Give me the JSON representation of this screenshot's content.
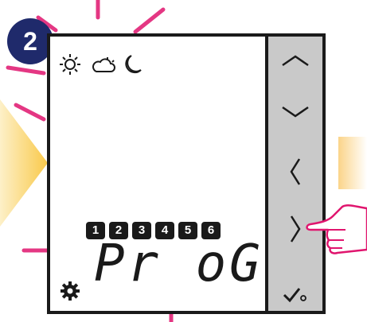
{
  "step_number": "2",
  "mode_icons": [
    "sun-icon",
    "cloud-sun-icon",
    "moon-icon"
  ],
  "program_slots": [
    "1",
    "2",
    "3",
    "4",
    "5",
    "6"
  ],
  "display_text": "Pr oG",
  "buttons": [
    "up-arrow",
    "down-arrow",
    "left-arrow",
    "right-arrow",
    "confirm"
  ],
  "colors": {
    "badge": "#1f2a6b",
    "blink": "#e0156e",
    "panel": "#c9c9c9",
    "arrow": "#fcd26a"
  }
}
